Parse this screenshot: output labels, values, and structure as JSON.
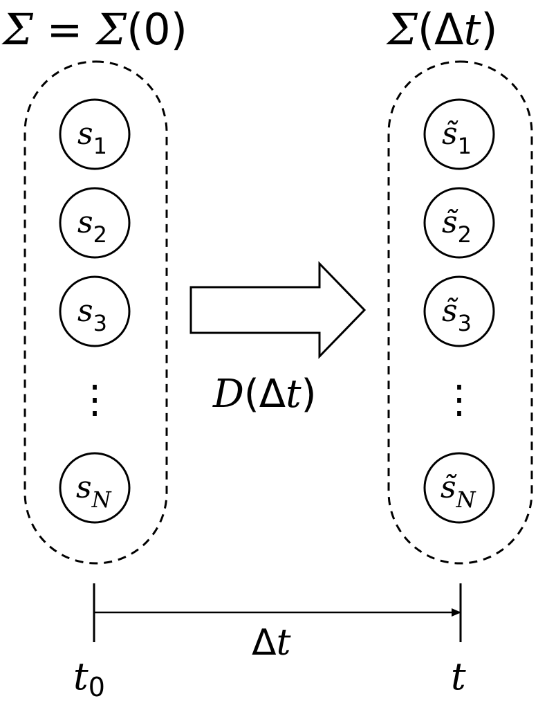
{
  "left_set": {
    "label": {
      "sym": "Σ",
      "eq": " = ",
      "sym2": "Σ",
      "paren_open": "(",
      "arg": "0",
      "paren_close": ")"
    },
    "states": [
      {
        "base": "s",
        "sub": "1"
      },
      {
        "base": "s",
        "sub": "2"
      },
      {
        "base": "s",
        "sub": "3"
      },
      {
        "base": "s",
        "sub": "N"
      }
    ],
    "ellipsis": "⋮"
  },
  "right_set": {
    "label": {
      "sym": "Σ",
      "paren_open": "(",
      "delta": "Δ",
      "t": "t",
      "paren_close": ")"
    },
    "states": [
      {
        "base": "s̃",
        "sub": "1"
      },
      {
        "base": "s̃",
        "sub": "2"
      },
      {
        "base": "s̃",
        "sub": "3"
      },
      {
        "base": "s̃",
        "sub": "N"
      }
    ],
    "ellipsis": "⋮"
  },
  "transition": {
    "op": "D",
    "paren_open": "(",
    "delta": "Δ",
    "t": "t",
    "paren_close": ")"
  },
  "timeline": {
    "interval": {
      "delta": "Δ",
      "t": "t"
    },
    "start": {
      "base": "t",
      "sub": "0"
    },
    "end": "t"
  }
}
